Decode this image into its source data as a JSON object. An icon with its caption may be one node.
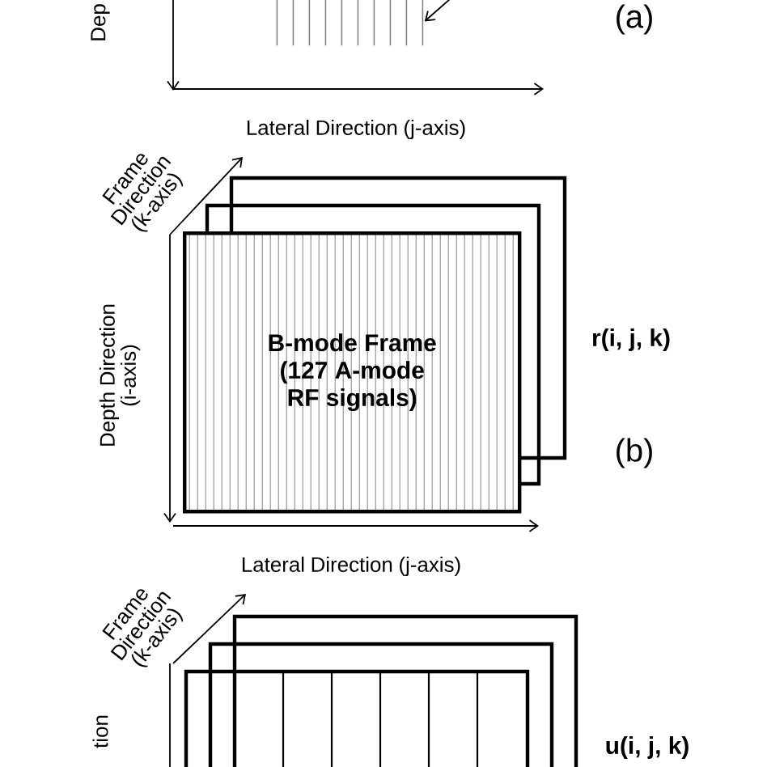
{
  "diagram": {
    "nodes": [
      {
        "text": [
          "B-mode Frame (127 A-mode RF signals)"
        ]
      },
      {
        "text": [],
        "shape": "picture"
      }
    ],
    "edges": [
      {
        "from": null,
        "to": 1,
        "arrow": "to"
      }
    ],
    "labels": [
      "Dep",
      "(a)",
      "Lateral Direction (j-axis)",
      "Frame Direction (k-axis)",
      "r(i, j, k)",
      "Depth Direction (i-axis)",
      "(b)",
      "Lateral Direction (j-axis)",
      "Frame Direction (k-axis)",
      "tion",
      "u(i, j, k)"
    ]
  }
}
